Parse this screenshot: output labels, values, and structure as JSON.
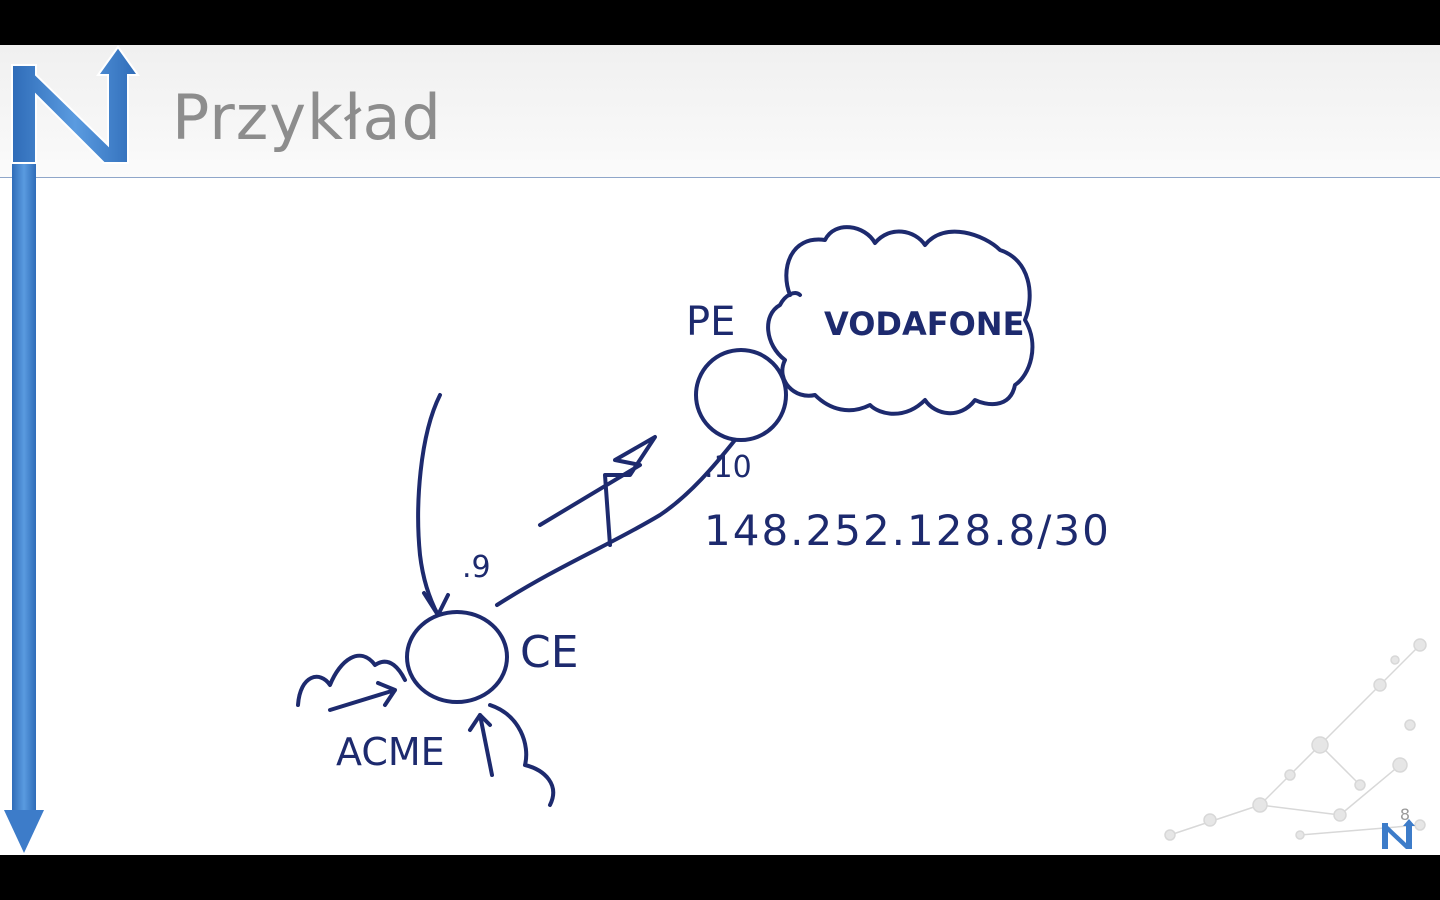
{
  "slide": {
    "title": "Przykład",
    "page_number": "8"
  },
  "diagram": {
    "pe_label": "PE",
    "ce_label": "CE",
    "cloud_provider_label": "VODAFONE",
    "customer_label": "ACME",
    "pe_ip_suffix": ".10",
    "ce_ip_suffix": ".9",
    "subnet_label": "148.252.128.8/30",
    "ink_color": "#1d2a6e"
  },
  "brand": {
    "accent_color": "#3d7cc9",
    "logo_icon": "n-arrow-logo-icon"
  }
}
